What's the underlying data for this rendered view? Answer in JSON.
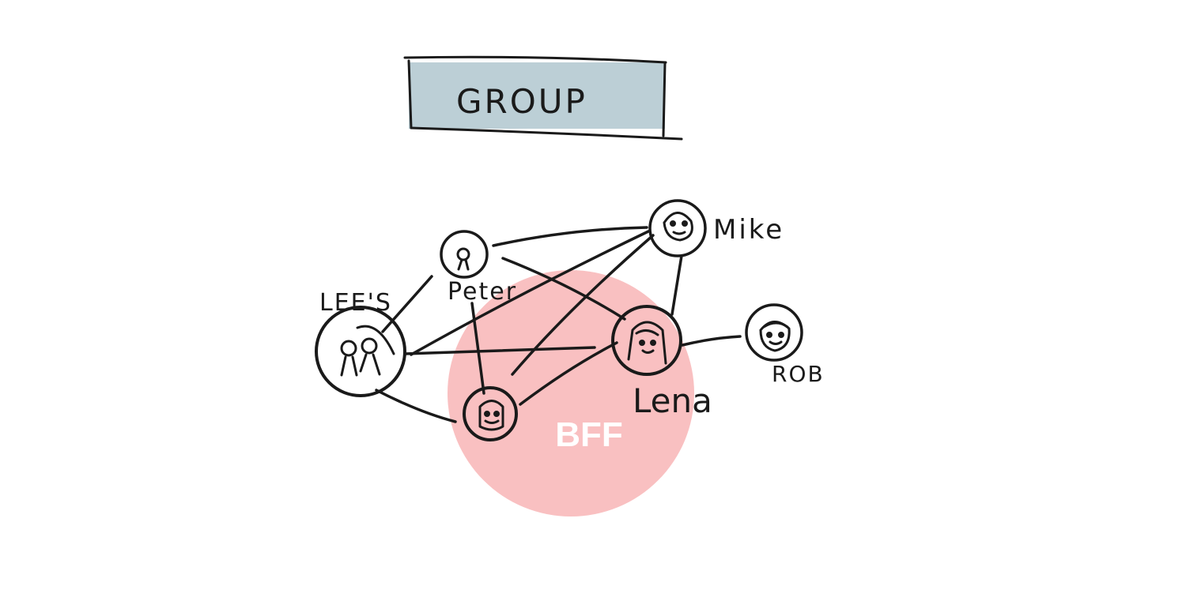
{
  "header": {
    "title": "GROUP",
    "fill_color": "#bccfd6"
  },
  "highlight": {
    "label": "BFF",
    "color": "#f9c0c1"
  },
  "people": {
    "peter": {
      "name": "Peter",
      "icon": "person-icon"
    },
    "mike": {
      "name": "Mike",
      "icon": "face-icon"
    },
    "lees": {
      "name": "LEE'S",
      "icon": "couple-icon"
    },
    "lena": {
      "name": "Lena",
      "icon": "long-hair-face-icon"
    },
    "rob": {
      "name": "ROB",
      "icon": "face-icon"
    },
    "unnamed": {
      "name": "",
      "icon": "face-icon"
    }
  },
  "connections": [
    [
      "peter",
      "mike"
    ],
    [
      "peter",
      "lena"
    ],
    [
      "peter",
      "unnamed"
    ],
    [
      "peter",
      "lees"
    ],
    [
      "mike",
      "lees"
    ],
    [
      "mike",
      "unnamed"
    ],
    [
      "mike",
      "lena"
    ],
    [
      "lees",
      "lena"
    ],
    [
      "lees",
      "unnamed"
    ],
    [
      "lena",
      "unnamed"
    ],
    [
      "lena",
      "rob"
    ]
  ]
}
